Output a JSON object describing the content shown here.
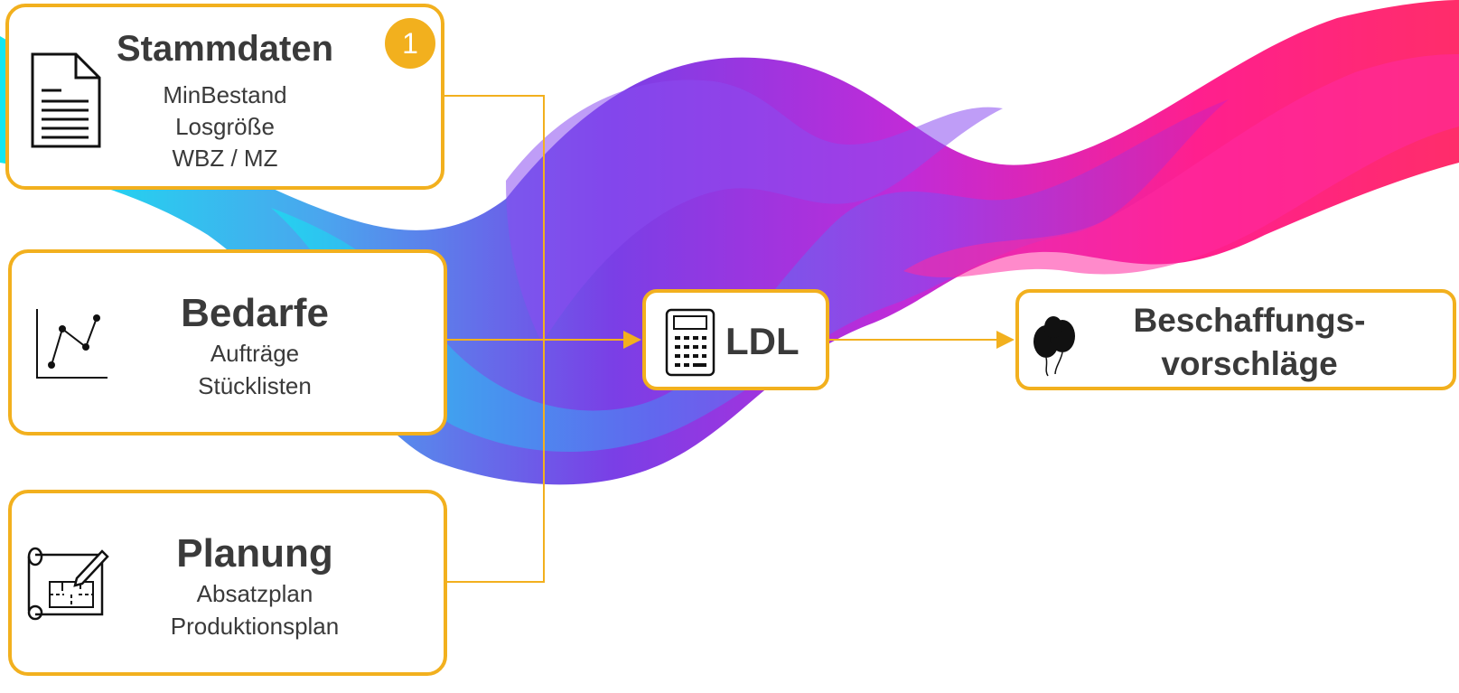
{
  "colors": {
    "accent": "#f2b01e",
    "text": "#3a3a3a"
  },
  "boxes": {
    "stammdaten": {
      "title": "Stammdaten",
      "lines": [
        "MinBestand",
        "Losgröße",
        "WBZ / MZ"
      ],
      "icon": "document-icon",
      "badge": "1"
    },
    "bedarfe": {
      "title": "Bedarfe",
      "lines": [
        "Aufträge",
        "Stücklisten"
      ],
      "icon": "line-chart-icon"
    },
    "planung": {
      "title": "Planung",
      "lines": [
        "Absatzplan",
        "Produktionsplan"
      ],
      "icon": "blueprint-icon"
    },
    "ldl": {
      "title": "LDL",
      "icon": "calculator-icon"
    },
    "beschaffung": {
      "title_line1": "Beschaffungs-",
      "title_line2": "vorschläge",
      "icon": "balloons-icon"
    }
  }
}
